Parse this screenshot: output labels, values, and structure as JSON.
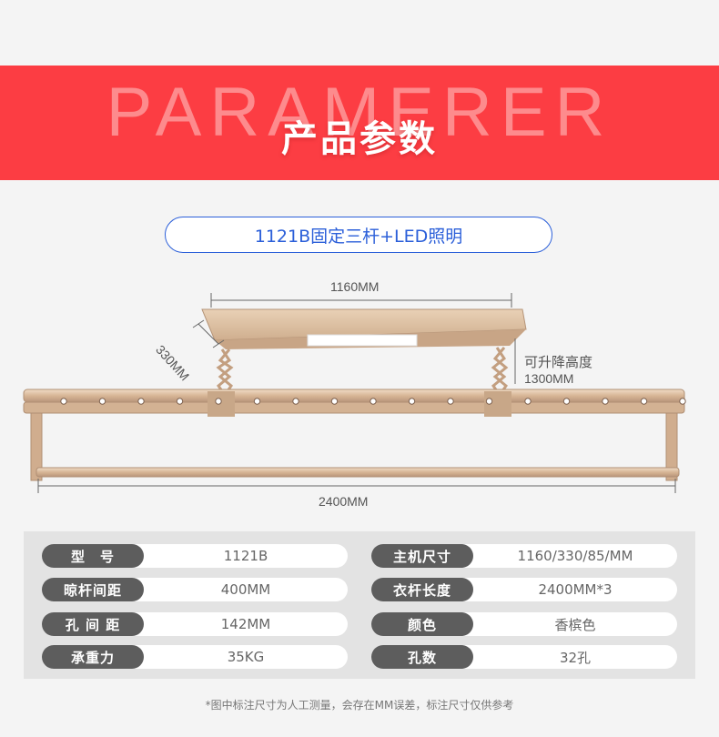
{
  "banner": {
    "bg_text": "PARAMERER",
    "title": "产品参数"
  },
  "model_label": "1121B固定三杆+LED照明",
  "dimensions": {
    "top_width": "1160MM",
    "depth": "330MM",
    "lift_label": "可升降高度",
    "lift_value": "1300MM",
    "total_width": "2400MM"
  },
  "specs": [
    {
      "key": "型　号",
      "value": "1121B"
    },
    {
      "key": "主机尺寸",
      "value": "1160/330/85/MM"
    },
    {
      "key": "晾杆间距",
      "value": "400MM"
    },
    {
      "key": "衣杆长度",
      "value": "2400MM*3"
    },
    {
      "key": "孔 间 距",
      "value": "142MM"
    },
    {
      "key": "颜色",
      "value": "香槟色"
    },
    {
      "key": "承重力",
      "value": "35KG"
    },
    {
      "key": "孔数",
      "value": "32孔"
    }
  ],
  "footnote": "*图中标注尺寸为人工测量，会存在MM误差，标注尺寸仅供参考",
  "colors": {
    "banner_red": "#fc3d43",
    "accent_blue": "#2b5fd9",
    "champagne": "#d9b99a"
  }
}
